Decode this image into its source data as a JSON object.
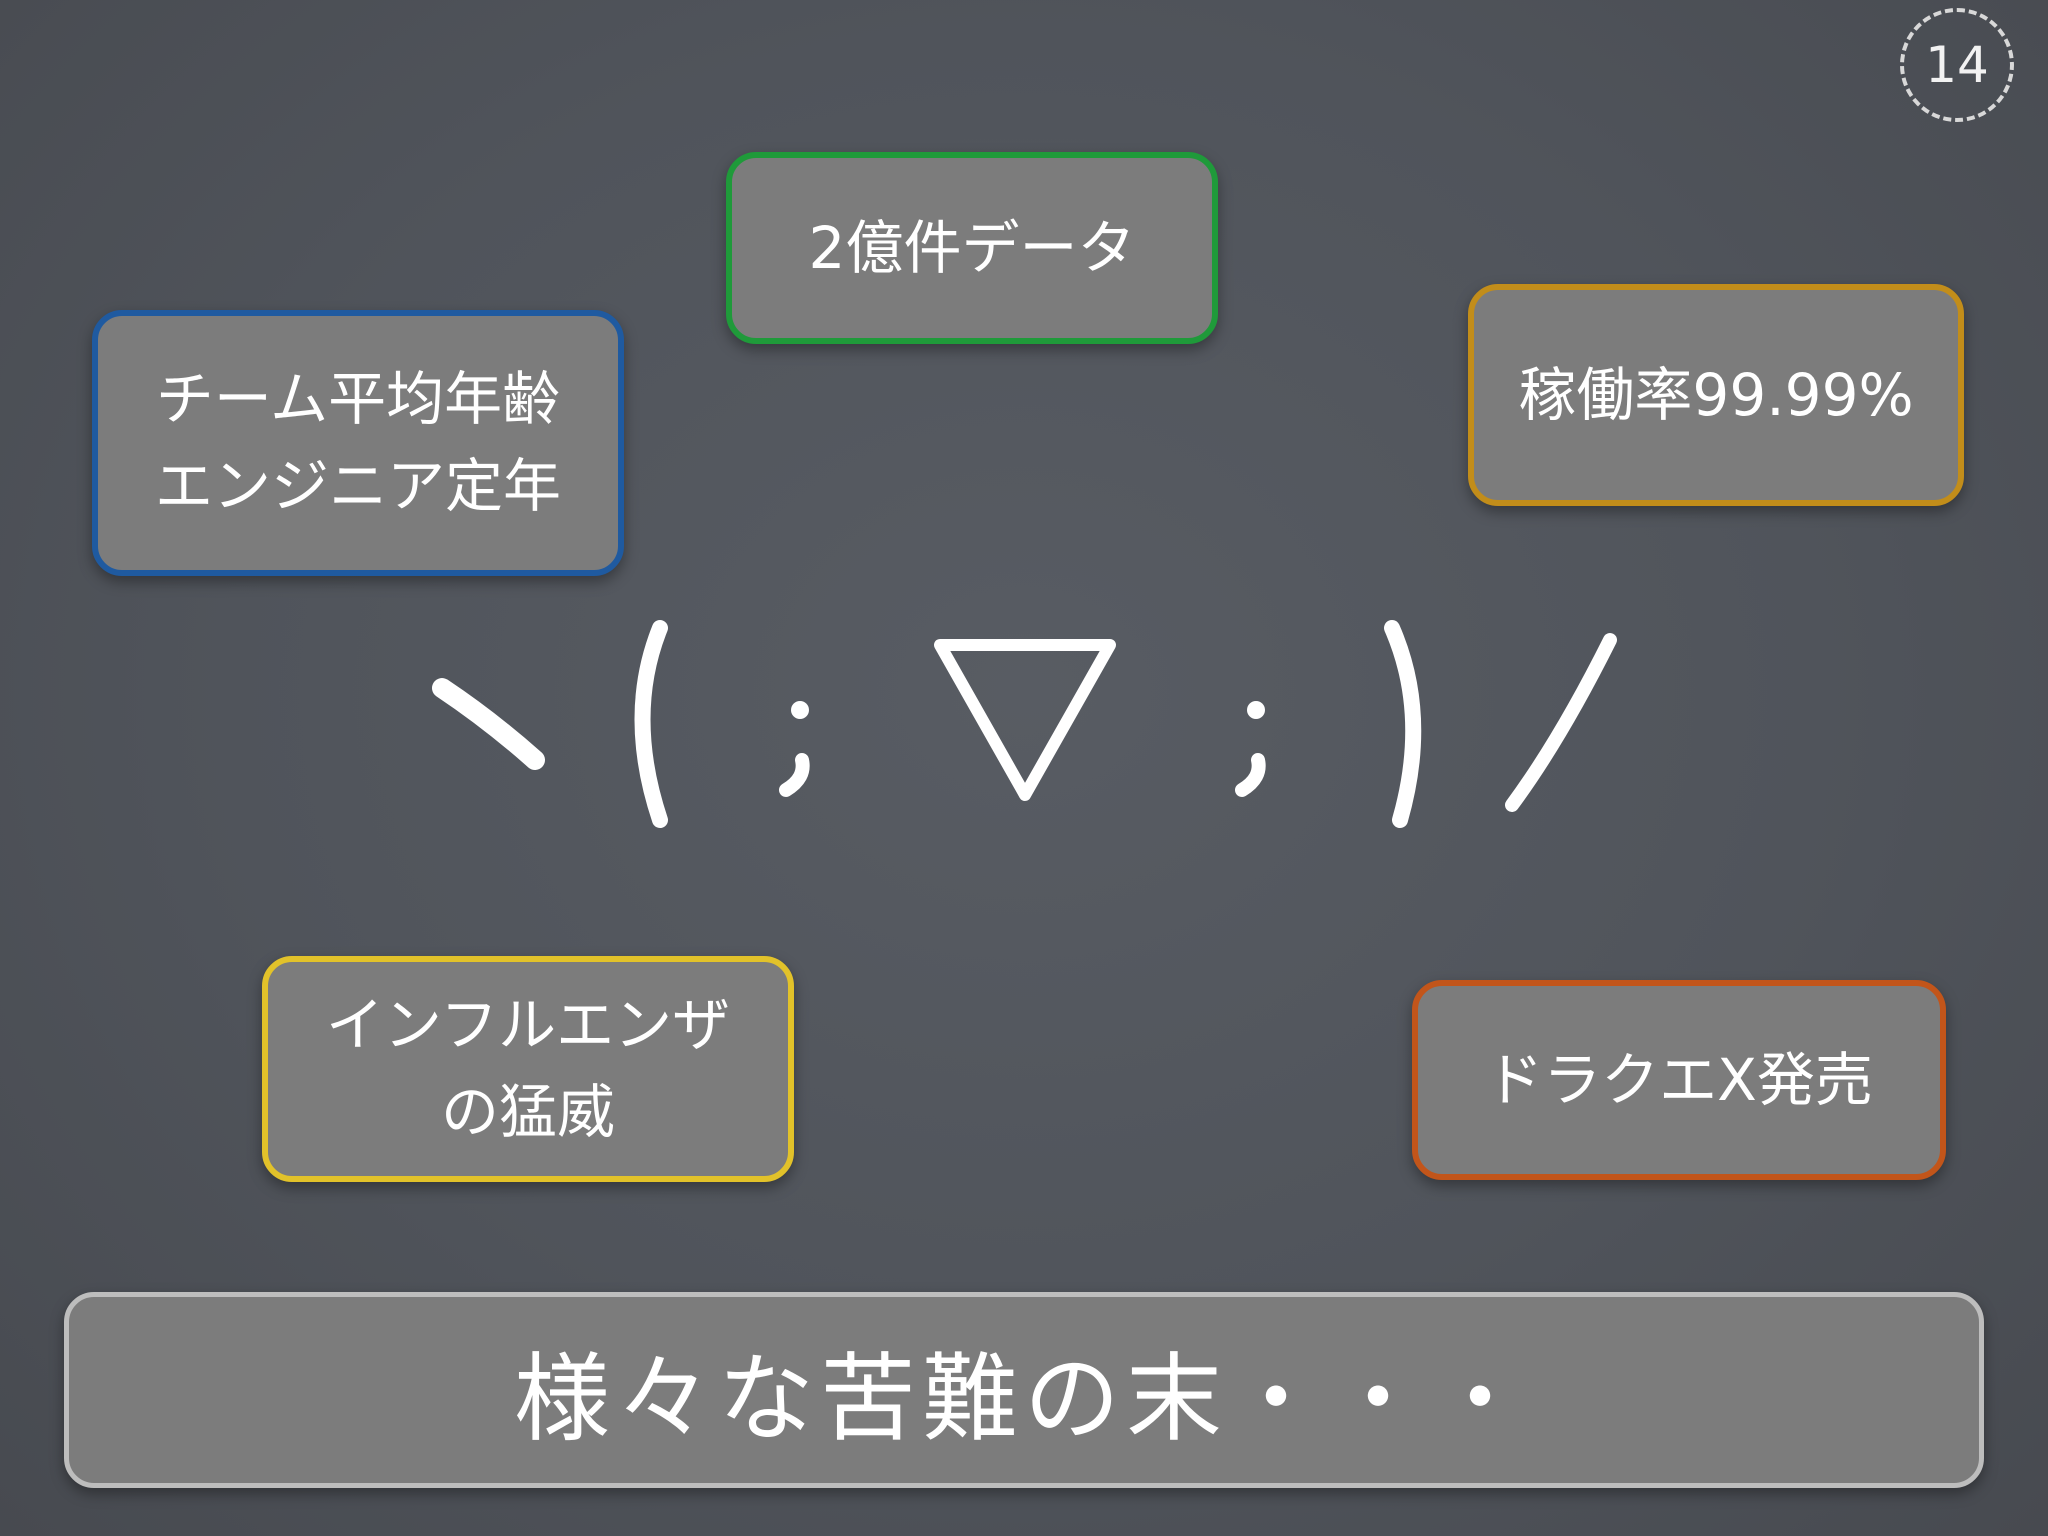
{
  "slide": {
    "page_number": "14"
  },
  "boxes": {
    "data": {
      "text": "2億件データ",
      "border_color": "#1f9a3a"
    },
    "team": {
      "text": "チーム平均年齢\nエンジニア定年",
      "border_color": "#1f5aa0"
    },
    "uptime": {
      "text": "稼働率99.99%",
      "border_color": "#c28d1a"
    },
    "flu": {
      "text": "インフルエンザ\nの猛威",
      "border_color": "#e2c22a"
    },
    "dq": {
      "text": "ドラクエX発売",
      "border_color": "#c2551a"
    }
  },
  "kaomoji": {
    "text": "ヽ(;▽;)ノ",
    "icon": "crying-kaomoji-icon"
  },
  "footer": {
    "text": "様々な苦難の末・・・"
  }
}
